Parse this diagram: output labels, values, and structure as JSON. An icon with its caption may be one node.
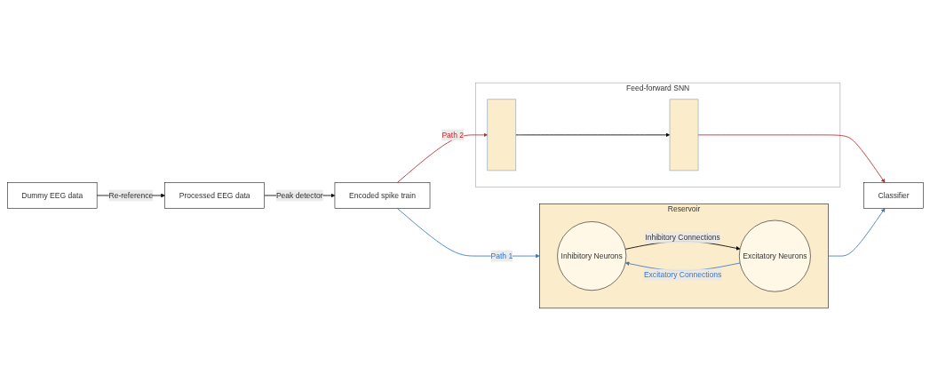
{
  "diagram": {
    "nodes": [
      {
        "text": [
          "Dummy EEG data"
        ]
      },
      {
        "text": [
          "Processed EEG data"
        ]
      },
      {
        "text": [
          "Encoded spike train"
        ]
      },
      {
        "text": [
          "Reservoir"
        ]
      },
      {
        "text": [
          "Inhibitory Neurons"
        ],
        "in": 3
      },
      {
        "text": [
          "Excitatory Neurons"
        ],
        "in": 3
      },
      {
        "text": [
          "Feed-forward SNN"
        ]
      },
      {
        "text": [],
        "shape": "bar",
        "in": 6
      },
      {
        "text": [],
        "shape": "bar",
        "in": 6
      },
      {
        "text": [
          "Classifier"
        ]
      }
    ],
    "edges": [
      {
        "from": 0,
        "to": 1,
        "arrow": "to",
        "label": "Re-reference"
      },
      {
        "from": 1,
        "to": 2,
        "arrow": "to",
        "label": "Peak detector"
      },
      {
        "from": 2,
        "to": 3,
        "arrow": "to",
        "label": "Path 1",
        "color": "#3a78c4"
      },
      {
        "from": 2,
        "to": 7,
        "arrow": "to",
        "label": "Path 2",
        "color": "#c0282d"
      },
      {
        "from": 4,
        "to": 5,
        "arrow": "to",
        "label": "Inhibitory Connections"
      },
      {
        "from": 5,
        "to": 4,
        "arrow": "to",
        "label": "Excitatory Connections",
        "color": "#3a78c4"
      },
      {
        "from": 7,
        "to": 8,
        "arrow": "to"
      },
      {
        "from": 3,
        "to": 9,
        "arrow": "to",
        "color": "#3a78c4"
      },
      {
        "from": 8,
        "to": 9,
        "arrow": "to",
        "color": "#c0282d"
      }
    ]
  }
}
